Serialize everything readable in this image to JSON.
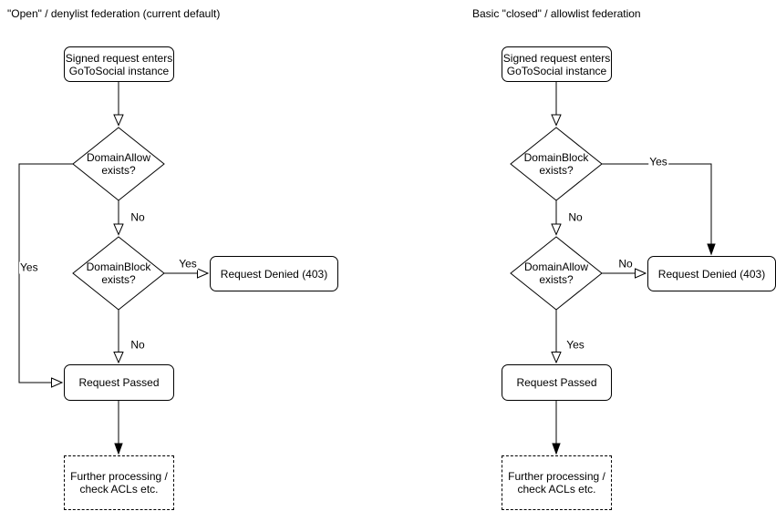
{
  "canvas": {
    "background": "#ffffff",
    "stroke": "#000000",
    "text_color": "#000000"
  },
  "charts": {
    "left": {
      "title": "\"Open\" / denylist federation (current default)",
      "nodes": {
        "start": {
          "line1": "Signed request enters",
          "line2": "GoToSocial instance"
        },
        "decision1": {
          "line1": "DomainAllow",
          "line2": "exists?"
        },
        "decision2": {
          "line1": "DomainBlock",
          "line2": "exists?"
        },
        "denied": {
          "label": "Request Denied (403)"
        },
        "passed": {
          "label": "Request Passed"
        },
        "further": {
          "line1": "Further processing /",
          "line2": "check ACLs etc."
        }
      },
      "edge_labels": {
        "decision1_yes": "Yes",
        "decision1_no": "No",
        "decision2_yes": "Yes",
        "decision2_no": "No"
      }
    },
    "right": {
      "title": "Basic \"closed\" / allowlist federation",
      "nodes": {
        "start": {
          "line1": "Signed request enters",
          "line2": "GoToSocial instance"
        },
        "decision1": {
          "line1": "DomainBlock",
          "line2": "exists?"
        },
        "decision2": {
          "line1": "DomainAllow",
          "line2": "exists?"
        },
        "denied": {
          "label": "Request Denied (403)"
        },
        "passed": {
          "label": "Request Passed"
        },
        "further": {
          "line1": "Further processing /",
          "line2": "check ACLs etc."
        }
      },
      "edge_labels": {
        "decision1_yes": "Yes",
        "decision1_no": "No",
        "decision2_no": "No",
        "decision2_yes": "Yes"
      }
    }
  }
}
